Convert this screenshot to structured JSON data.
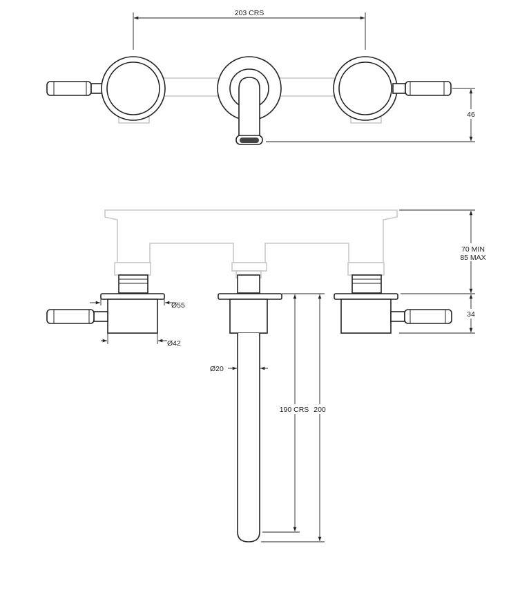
{
  "dimensions": {
    "crs_top": "203 CRS",
    "spout_drop": "46",
    "min_max_1": "70 MIN",
    "min_max_2": "85 MAX",
    "handle_depth": "34",
    "dia_55": "Ø55",
    "dia_42": "Ø42",
    "dia_20": "Ø20",
    "crs_190": "190 CRS",
    "spout_len": "200"
  }
}
